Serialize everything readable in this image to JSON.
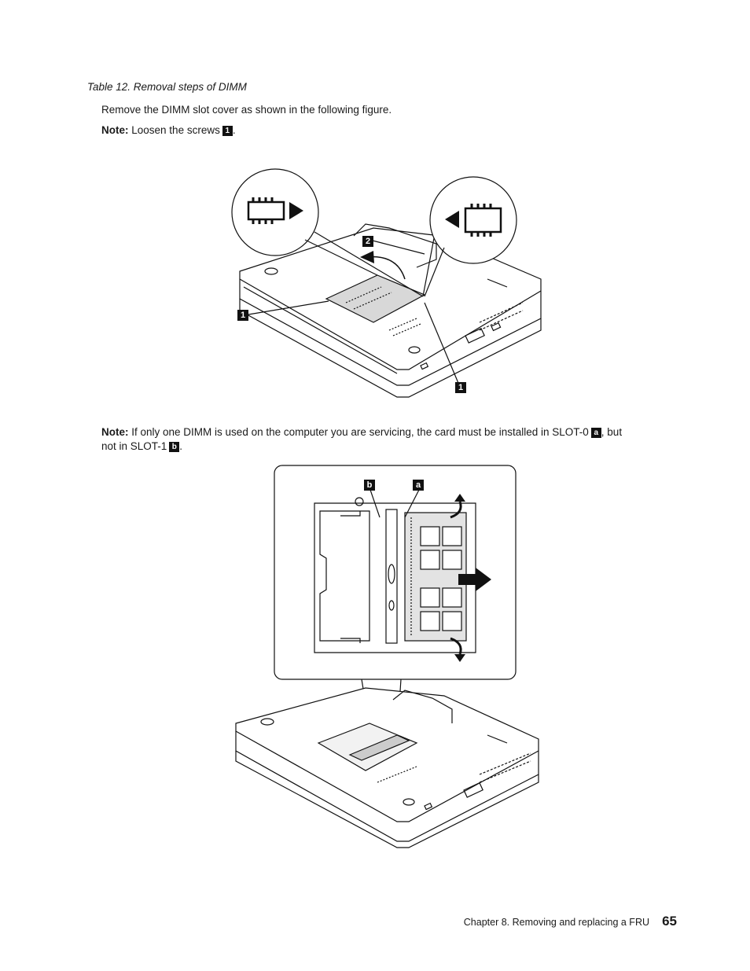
{
  "table_caption": "Table 12. Removal steps of DIMM",
  "step_text": "Remove the DIMM slot cover as shown in the following figure.",
  "note1": {
    "label": "Note:",
    "text": "Loosen the screws",
    "callout": "1",
    "end": "."
  },
  "figure1": {
    "callout_screw_left": "1",
    "callout_screw_bottom": "1",
    "callout_cover": "2"
  },
  "note2": {
    "label": "Note:",
    "text_a": "If only one DIMM is used on the computer you are servicing, the card must be installed in SLOT-0",
    "callout_a": "a",
    "text_b": ", but",
    "text_c": "not in SLOT-1",
    "callout_b": "b",
    "end": "."
  },
  "figure2": {
    "callout_slot1": "b",
    "callout_slot0": "a"
  },
  "footer": {
    "chapter": "Chapter 8. Removing and replacing a FRU",
    "page": "65"
  }
}
